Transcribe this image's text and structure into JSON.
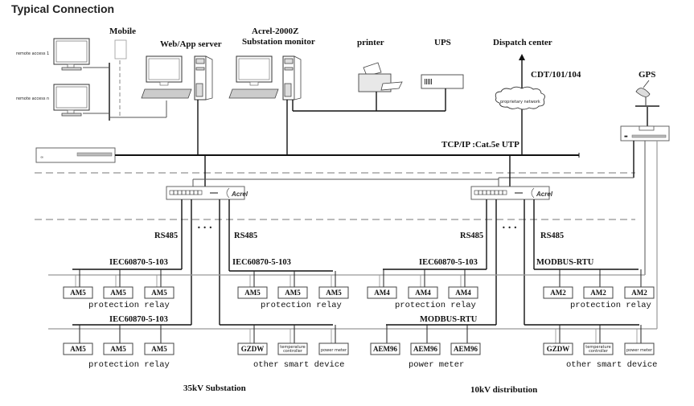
{
  "title": "Typical Connection",
  "top": {
    "remote_access_1": "remote access 1",
    "remote_access_n": "remote access n",
    "mobile": "Mobile",
    "web_app_server": "Web/App server",
    "monitor_line1": "Acrel-2000Z",
    "monitor_line2": "Substation monitor",
    "printer": "printer",
    "ups": "UPS",
    "dispatch_center": "Dispatch center",
    "protocol": "CDT/101/104",
    "cloud": "proprietary network",
    "gps": "GPS",
    "bus_label": "TCP/IP :Cat.5e UTP"
  },
  "switch": {
    "brand": "Acrel",
    "rs485": "RS485",
    "ellipsis": "• • •"
  },
  "left": {
    "group1": {
      "protocol": "IEC60870-5-103",
      "devices": [
        "AM5",
        "AM5",
        "AM5"
      ],
      "caption": "protection relay"
    },
    "group2": {
      "protocol": "IEC60870-5-103",
      "devices": [
        "AM5",
        "AM5",
        "AM5"
      ],
      "caption": "protection relay"
    },
    "group3": {
      "protocol": "IEC60870-5-103",
      "devices": [
        "AM5",
        "AM5",
        "AM5"
      ],
      "caption": "protection relay"
    },
    "group4": {
      "devices": [
        "GZDW",
        "temperature controller",
        "power meter"
      ],
      "caption": "other smart device"
    },
    "section": "35kV Substation"
  },
  "right": {
    "group1": {
      "protocol": "IEC60870-5-103",
      "devices": [
        "AM4",
        "AM4",
        "AM4"
      ],
      "caption": "protection relay"
    },
    "group2": {
      "protocol": "MODBUS-RTU",
      "devices": [
        "AM2",
        "AM2",
        "AM2"
      ],
      "caption": "protection relay"
    },
    "group3": {
      "protocol": "MODBUS-RTU",
      "devices": [
        "AEM96",
        "AEM96",
        "AEM96"
      ],
      "caption": "power meter"
    },
    "group4": {
      "devices": [
        "GZDW",
        "temperature controller",
        "power meter"
      ],
      "caption": "other smart device"
    },
    "section": "10kV distribution"
  }
}
